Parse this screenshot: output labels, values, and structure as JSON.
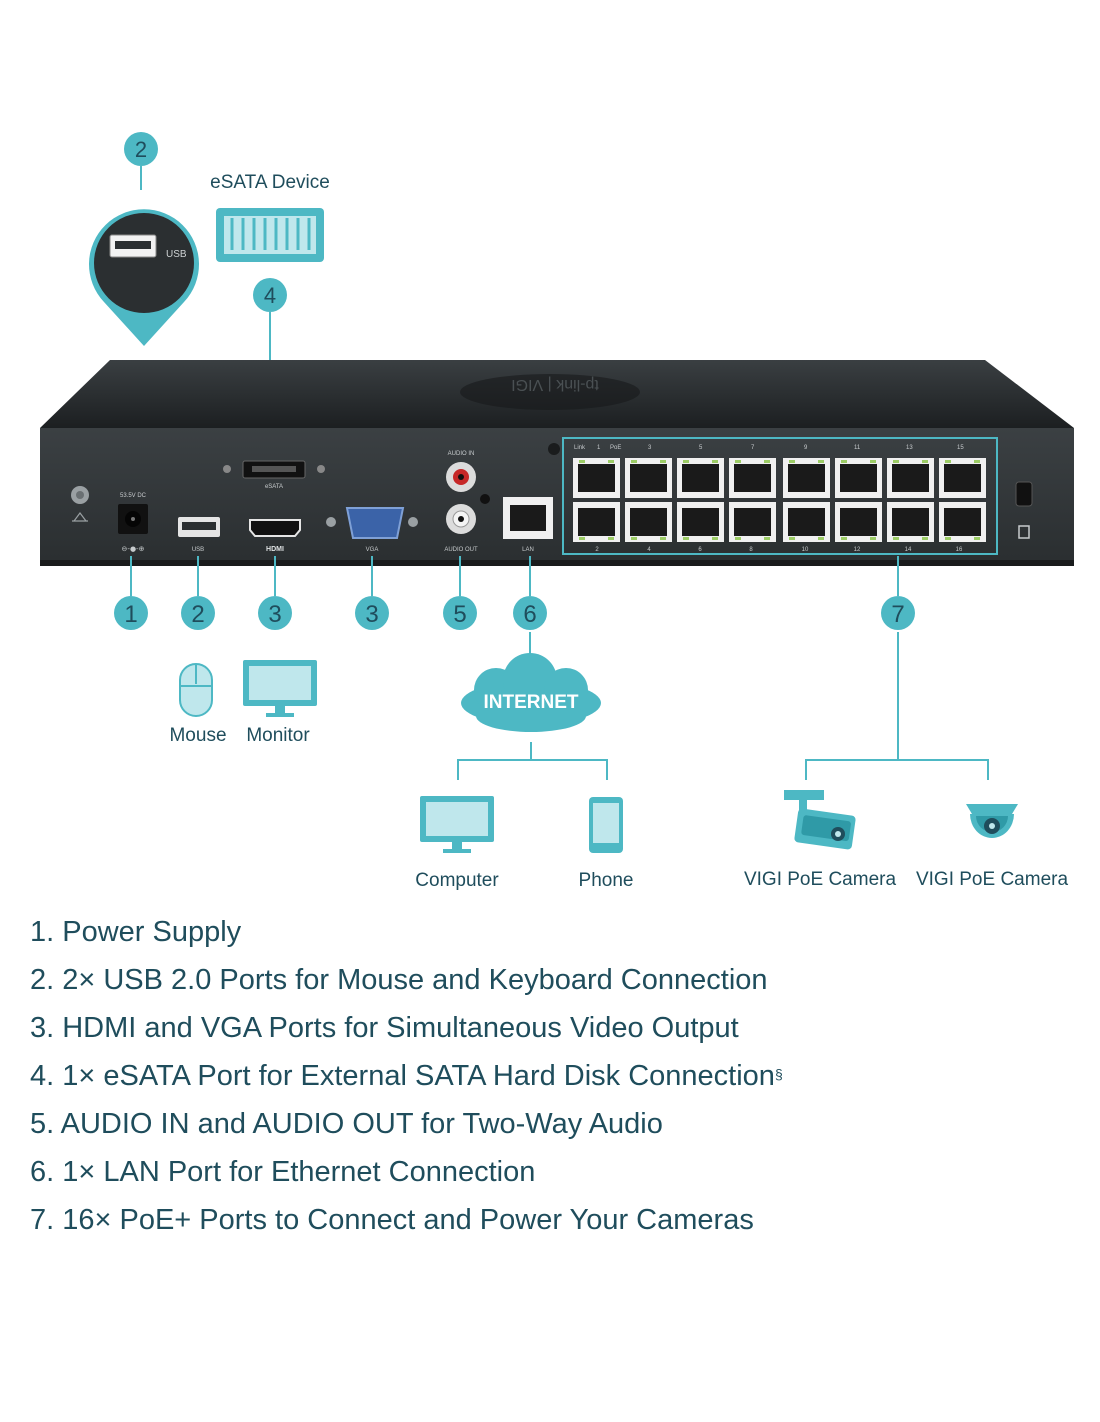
{
  "colors": {
    "teal": "#4db8c4",
    "teal_dark": "#2f9aa7",
    "text": "#1f4d5c",
    "device": "#2d3133",
    "device_top": "#1f2224"
  },
  "badges": [
    "1",
    "2",
    "3",
    "3",
    "5",
    "6",
    "7"
  ],
  "top_badges": [
    "2",
    "4"
  ],
  "esata_device_label": "eSATA Device",
  "usb_zoom_label": "USB",
  "device": {
    "brand_text": "tp-link | VIGI",
    "power_label": "53.5V DC",
    "power_polarity": "⊖-●-⊕",
    "usb_label": "USB",
    "hdmi_label": "HDMI",
    "vga_label": "VGA",
    "esata_label": "eSATA",
    "audio_in_label": "AUDIO IN",
    "audio_out_label": "AUDIO OUT",
    "lan_label": "LAN",
    "poe_header": [
      "Link",
      "1",
      "PoE",
      "3",
      "5",
      "7",
      "9",
      "11",
      "13",
      "15"
    ],
    "poe_footer": [
      "2",
      "4",
      "6",
      "8",
      "10",
      "12",
      "14",
      "16"
    ]
  },
  "peripherals": {
    "mouse": "Mouse",
    "monitor": "Monitor",
    "internet": "INTERNET",
    "computer": "Computer",
    "phone": "Phone",
    "camera1": "VIGI PoE Camera",
    "camera2": "VIGI PoE Camera"
  },
  "icons": [
    "usb-port-icon",
    "esata-device-icon",
    "mouse-icon",
    "monitor-icon",
    "cloud-icon",
    "computer-icon",
    "phone-icon",
    "bullet-camera-icon",
    "dome-camera-icon",
    "ground-icon",
    "lock-icon"
  ],
  "features": [
    "1. Power Supply",
    "2. 2× USB 2.0 Ports for Mouse and Keyboard Connection",
    "3. HDMI and VGA Ports for Simultaneous Video Output",
    "4. 1× eSATA Port for External SATA Hard Disk Connection",
    "5. AUDIO IN and AUDIO OUT for Two-Way Audio",
    "6. 1× LAN Port for Ethernet Connection",
    "7. 16× PoE+ Ports to Connect and Power Your Cameras"
  ],
  "feature4_footnote": "§"
}
